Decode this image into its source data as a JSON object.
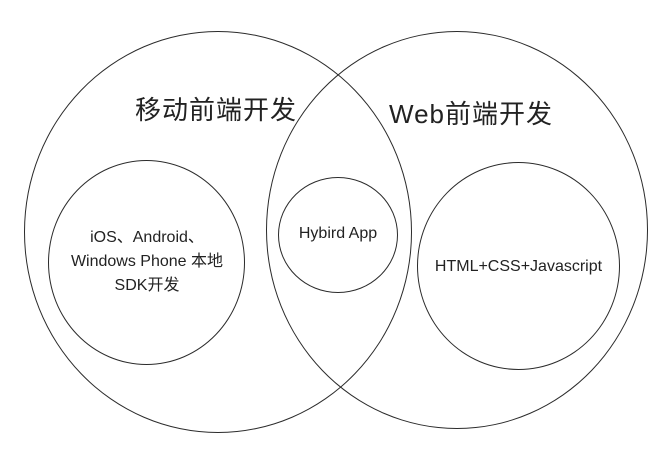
{
  "colors": {
    "background": "#ffffff",
    "stroke": "#2b2b2b",
    "text": "#222222"
  },
  "venn": {
    "mobile_set": {
      "label": "移动前端开发",
      "native_sdk": {
        "line1": "iOS、Android、",
        "line2": "Windows Phone 本地",
        "line3": "SDK开发"
      }
    },
    "web_set": {
      "label": "Web前端开发",
      "web_tech": {
        "label": "HTML+CSS+Javascript"
      }
    },
    "intersection": {
      "label": "Hybird App"
    }
  }
}
